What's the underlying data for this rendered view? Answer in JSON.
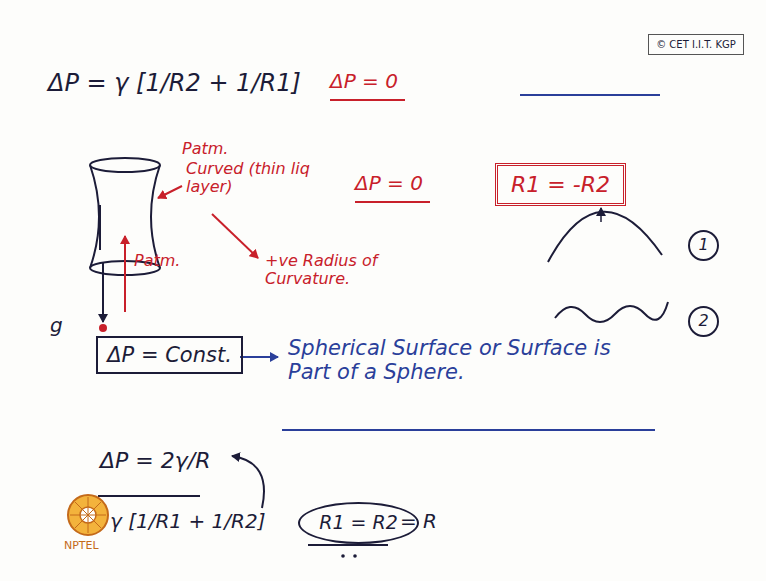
{
  "diagram": {
    "nodes": [
      {
        "text": [
          "© CET I.I.T. KGP"
        ]
      },
      {
        "text": [
          "R1 = -R2"
        ]
      },
      {
        "text": [
          "1"
        ]
      },
      {
        "text": [
          "2"
        ]
      },
      {
        "text": [
          "ΔP = Const."
        ]
      },
      {
        "text": [
          "R1 = R2"
        ]
      }
    ],
    "labels": [
      "ΔP = γ [1/R2 + 1/R1]",
      "ΔP = 0",
      "Patm.",
      "Curved (thin liq layer)",
      "Patm.",
      "g",
      "+ve Radius of Curvature.",
      "ΔP = 0",
      "Spherical Surface or Surface is Part of a Sphere.",
      "ΔP = 2γ/R",
      "γ [1/R1 + 1/R2]",
      "= R",
      "NPTEL"
    ]
  }
}
